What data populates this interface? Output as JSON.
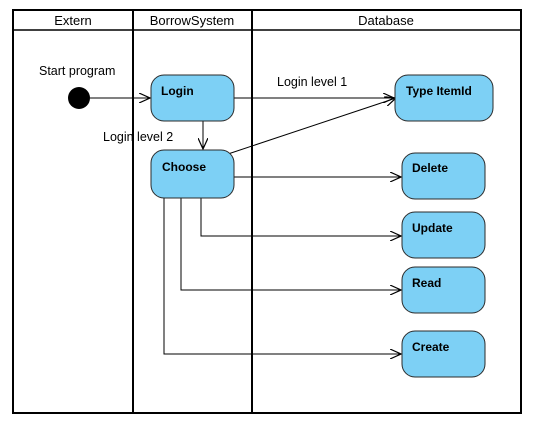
{
  "swimlanes": [
    {
      "id": "extern",
      "title": "Extern"
    },
    {
      "id": "borrow",
      "title": "BorrowSystem"
    },
    {
      "id": "database",
      "title": "Database"
    }
  ],
  "start": {
    "label": "Start program"
  },
  "actions": {
    "login": "Login",
    "choose": "Choose",
    "type_itemid": "Type ItemId",
    "delete": "Delete",
    "update": "Update",
    "read": "Read",
    "create": "Create"
  },
  "flows": {
    "login_level_1": "Login level 1",
    "login_level_2": "Login level 2"
  },
  "colors": {
    "action_fill": "#7dd0f5",
    "action_stroke": "#2b2b2b",
    "line": "#000000"
  }
}
